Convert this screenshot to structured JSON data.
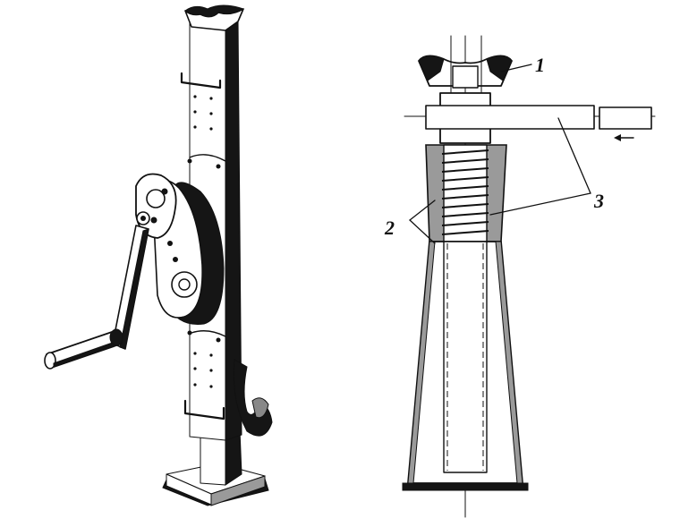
{
  "labels": {
    "part_1": "1",
    "part_2": "2",
    "part_3": "3"
  },
  "colors": {
    "ink": "#111111",
    "paper": "#ffffff",
    "shade": "#9a9a9a"
  }
}
